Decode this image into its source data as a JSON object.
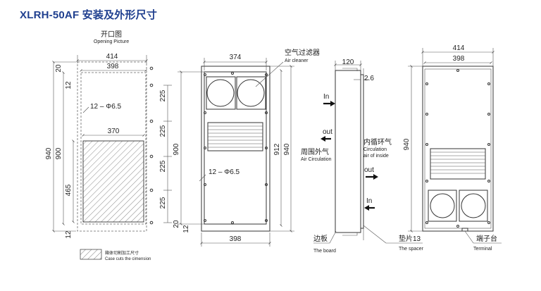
{
  "title": "XLRH-50AF 安装及外形尺寸",
  "opening": {
    "label_cn": "开口图",
    "label_en": "Opening Picture",
    "dim_414": "414",
    "dim_398": "398",
    "dim_370": "370",
    "dim_20": "20",
    "dim_12_top": "12",
    "dim_12_bottom": "12",
    "dim_225_a": "225",
    "dim_225_b": "225",
    "dim_225_c": "225",
    "dim_225_d": "225",
    "dim_940": "940",
    "dim_900": "900",
    "dim_465": "465",
    "holes": "12 – Φ6.5",
    "legend_cn": "箱体切割加工尺寸",
    "legend_en": "Case cuts the cimension"
  },
  "front": {
    "dim_374": "374",
    "dim_398": "398",
    "dim_900": "900",
    "dim_912": "912",
    "dim_940": "940",
    "dim_20": "20",
    "dim_12": "12",
    "holes": "12 – Φ6.5",
    "air_cleaner_cn": "空气过滤器",
    "air_cleaner_en": "Air cleaner"
  },
  "side": {
    "dim_120": "120",
    "dim_2_6": "2.6",
    "in_top": "In",
    "out_top": "out",
    "in_bottom": "In",
    "out_bottom": "out",
    "ambient_cn": "周围外气",
    "ambient_en": "Air Circulation",
    "inner_cn": "内循环气",
    "inner_en_1": "Circulation",
    "inner_en_2": "air of inside",
    "board_cn": "边板",
    "board_en": "The board",
    "spacer_cn": "垫片13",
    "spacer_en": "The spacer"
  },
  "back": {
    "dim_414": "414",
    "dim_398": "398",
    "dim_940": "940",
    "terminal_cn": "端子台",
    "terminal_en": "Terminal"
  }
}
